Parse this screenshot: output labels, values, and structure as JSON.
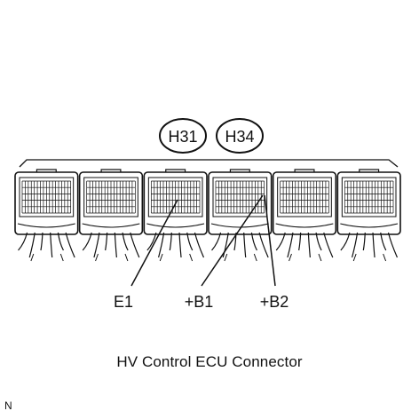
{
  "connector_codes": [
    {
      "id": "h31",
      "text": "H31"
    },
    {
      "id": "h34",
      "text": "H34"
    }
  ],
  "terminals": [
    {
      "id": "e1",
      "text": "E1"
    },
    {
      "id": "b1",
      "text": "+B1"
    },
    {
      "id": "b2",
      "text": "+B2"
    }
  ],
  "caption": "HV Control ECU Connector",
  "figure_code": "N",
  "colors": {
    "line": "#111111",
    "background": "#ffffff"
  },
  "components": {
    "connector_block_count": 6
  }
}
